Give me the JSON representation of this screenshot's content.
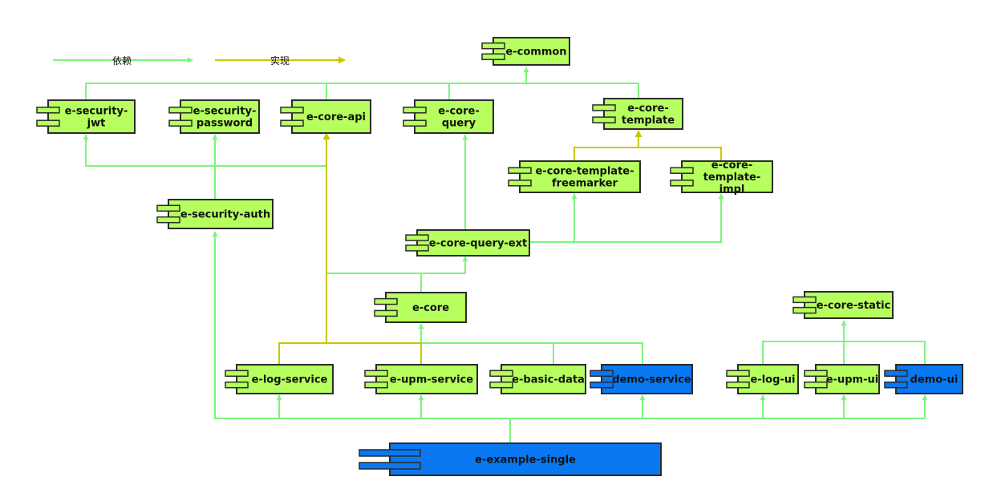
{
  "legend": {
    "dependency_label": "依赖",
    "implementation_label": "实现"
  },
  "colors": {
    "component_green": "#b6ff5e",
    "component_blue": "#0a78f0",
    "dependency_line": "#7cf57c",
    "implementation_line": "#c8c800",
    "outline": "#2b2b2b"
  },
  "components": {
    "e_common": [
      "e-common"
    ],
    "e_security_jwt": [
      "e-security-",
      "jwt"
    ],
    "e_security_password": [
      "e-security-",
      "password"
    ],
    "e_core_api": [
      "e-core-api"
    ],
    "e_core_query": [
      "e-core-",
      "query"
    ],
    "e_core_template": [
      "e-core-",
      "template"
    ],
    "e_core_template_freemarker": [
      "e-core-template-",
      "freemarker"
    ],
    "e_core_template_impl": [
      "e-core-",
      "template-",
      "impl"
    ],
    "e_security_auth": [
      "e-security-auth"
    ],
    "e_core_query_ext": [
      "e-core-query-ext"
    ],
    "e_core": [
      "e-core"
    ],
    "e_core_static": [
      "e-core-static"
    ],
    "e_log_service": [
      "e-log-service"
    ],
    "e_upm_service": [
      "e-upm-service"
    ],
    "e_basic_data": [
      "e-basic-data"
    ],
    "demo_service": [
      "demo-service"
    ],
    "e_log_ui": [
      "e-log-ui"
    ],
    "e_upm_ui": [
      "e-upm-ui"
    ],
    "demo_ui": [
      "demo-ui"
    ],
    "e_example_single": [
      "e-example-single"
    ]
  }
}
